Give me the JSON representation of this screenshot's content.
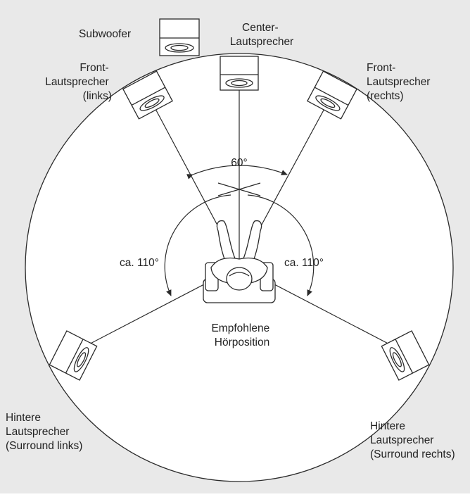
{
  "colors": {
    "background": "#e9e9e9",
    "circle_fill": "#ffffff",
    "line": "#2a2a2a",
    "text": "#222222"
  },
  "labels": {
    "subwoofer": "Subwoofer",
    "center": [
      "Center-",
      "Lautsprecher"
    ],
    "front_left": [
      "Front-",
      "Lautsprecher",
      "(links)"
    ],
    "front_right": [
      "Front-",
      "Lautsprecher",
      "(rechts)"
    ],
    "angle_front": "60°",
    "angle_left": "ca. 110°",
    "angle_right": "ca. 110°",
    "listening_position": [
      "Empfohlene",
      "Hörposition"
    ],
    "surround_left": [
      "Hintere",
      "Lautsprecher",
      "(Surround links)"
    ],
    "surround_right": [
      "Hintere",
      "Lautsprecher",
      "(Surround rechts)"
    ]
  }
}
